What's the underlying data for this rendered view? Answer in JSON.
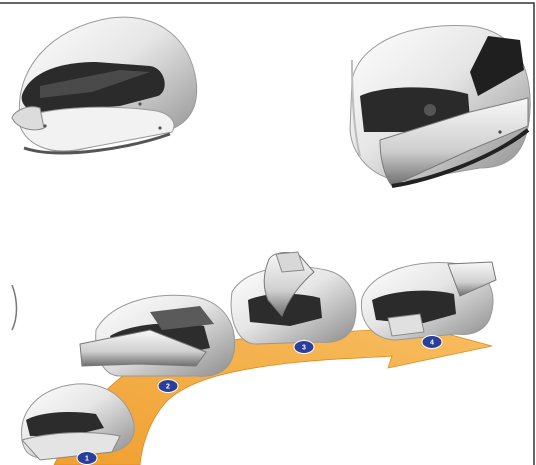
{
  "figure": {
    "background_color": "#ffffff",
    "frame_color": "#222222",
    "top_panel": {
      "helmets": [
        {
          "description_name": "full-face-helmet-closed-icon"
        },
        {
          "description_name": "modular-helmet-chin-bar-closed-icon"
        }
      ]
    },
    "bottom_panel": {
      "arrow_color": "#f2a83c",
      "arrow_highlight_color": "#f6c068",
      "marker_color": "#2a3f9a",
      "marker_text_color": "#ffffff",
      "steps": [
        {
          "label": "1"
        },
        {
          "label": "2"
        },
        {
          "label": "3"
        },
        {
          "label": "4"
        }
      ]
    }
  }
}
